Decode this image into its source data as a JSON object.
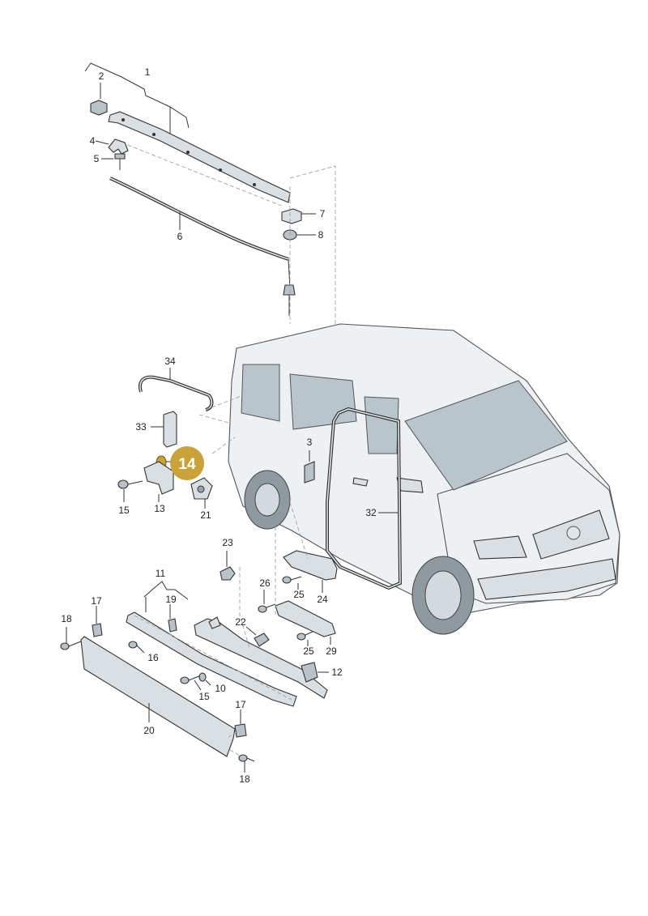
{
  "diagram": {
    "highlight": {
      "label": "14",
      "color": "#c9a33a"
    },
    "colors": {
      "line": "#333333",
      "body_fill": "#eef1f3",
      "glass_fill": "#b9c5cc",
      "part_fill": "#d9dfe3"
    },
    "callouts": {
      "n1": "1",
      "n2": "2",
      "n3": "3",
      "n4": "4",
      "n5": "5",
      "n6": "6",
      "n7": "7",
      "n8": "8",
      "n10": "10",
      "n11": "11",
      "n12": "12",
      "n13": "13",
      "n15a": "15",
      "n15b": "15",
      "n16": "16",
      "n17a": "17",
      "n17b": "17",
      "n18a": "18",
      "n18b": "18",
      "n19": "19",
      "n20": "20",
      "n21": "21",
      "n22": "22",
      "n23": "23",
      "n24": "24",
      "n25a": "25",
      "n25b": "25",
      "n26": "26",
      "n29": "29",
      "n32": "32",
      "n33": "33",
      "n34": "34"
    }
  }
}
